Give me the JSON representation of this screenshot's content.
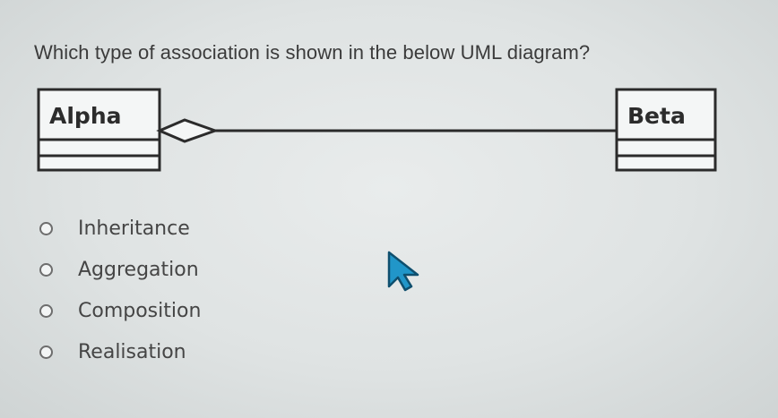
{
  "question": {
    "text": "Which type of association is shown in the below UML diagram?"
  },
  "diagram": {
    "left_class": {
      "name": "Alpha"
    },
    "right_class": {
      "name": "Beta"
    },
    "relationship_end": "hollow-diamond",
    "colors": {
      "line": "#2b2b2b",
      "box_fill": "#f4f6f6"
    }
  },
  "options": [
    {
      "label": "Inheritance",
      "selected": false
    },
    {
      "label": "Aggregation",
      "selected": false
    },
    {
      "label": "Composition",
      "selected": false
    },
    {
      "label": "Realisation",
      "selected": false
    }
  ],
  "cursor": {
    "icon": "mouse-pointer-icon",
    "color": "#2196c9"
  }
}
